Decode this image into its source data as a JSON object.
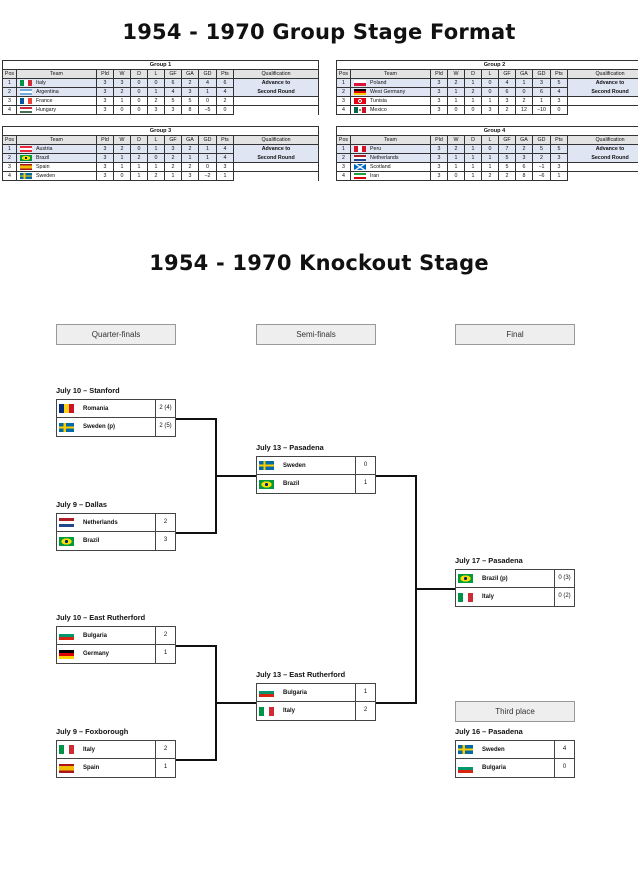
{
  "titles": {
    "group_stage": "1954 - 1970 Group Stage Format",
    "knockout_stage": "1954 - 1970 Knockout Stage"
  },
  "table_headers": [
    "Pos",
    "Team",
    "Pld",
    "W",
    "D",
    "L",
    "GF",
    "GA",
    "GD",
    "Pts",
    "Qualification"
  ],
  "qualification_text": [
    "Advance to",
    "Second Round"
  ],
  "groups": [
    {
      "name": "Group 1",
      "rows": [
        {
          "pos": "1",
          "team": "Italy",
          "flag": "italy-flag",
          "pld": "3",
          "w": "3",
          "d": "0",
          "l": "0",
          "gf": "6",
          "ga": "2",
          "gd": "4",
          "pts": "6"
        },
        {
          "pos": "2",
          "team": "Argentina",
          "flag": "argentina-flag",
          "pld": "3",
          "w": "2",
          "d": "0",
          "l": "1",
          "gf": "4",
          "ga": "3",
          "gd": "1",
          "pts": "4"
        },
        {
          "pos": "3",
          "team": "France",
          "flag": "france-flag",
          "pld": "3",
          "w": "1",
          "d": "0",
          "l": "2",
          "gf": "5",
          "ga": "5",
          "gd": "0",
          "pts": "2"
        },
        {
          "pos": "4",
          "team": "Hungary",
          "flag": "hungary-flag",
          "pld": "3",
          "w": "0",
          "d": "0",
          "l": "3",
          "gf": "3",
          "ga": "8",
          "gd": "−5",
          "pts": "0"
        }
      ]
    },
    {
      "name": "Group 2",
      "rows": [
        {
          "pos": "1",
          "team": "Poland",
          "flag": "poland-flag",
          "pld": "3",
          "w": "2",
          "d": "1",
          "l": "0",
          "gf": "4",
          "ga": "1",
          "gd": "3",
          "pts": "5"
        },
        {
          "pos": "2",
          "team": "West Germany",
          "flag": "germany-flag",
          "pld": "3",
          "w": "1",
          "d": "2",
          "l": "0",
          "gf": "6",
          "ga": "0",
          "gd": "6",
          "pts": "4"
        },
        {
          "pos": "3",
          "team": "Tunisia",
          "flag": "tunisia-flag",
          "pld": "3",
          "w": "1",
          "d": "1",
          "l": "1",
          "gf": "3",
          "ga": "2",
          "gd": "1",
          "pts": "3"
        },
        {
          "pos": "4",
          "team": "Mexico",
          "flag": "mexico-flag",
          "pld": "3",
          "w": "0",
          "d": "0",
          "l": "3",
          "gf": "2",
          "ga": "12",
          "gd": "−10",
          "pts": "0"
        }
      ]
    },
    {
      "name": "Group 3",
      "rows": [
        {
          "pos": "1",
          "team": "Austria",
          "flag": "austria-flag",
          "pld": "3",
          "w": "2",
          "d": "0",
          "l": "1",
          "gf": "3",
          "ga": "2",
          "gd": "1",
          "pts": "4"
        },
        {
          "pos": "2",
          "team": "Brazil",
          "flag": "brazil-flag",
          "pld": "3",
          "w": "1",
          "d": "2",
          "l": "0",
          "gf": "2",
          "ga": "1",
          "gd": "1",
          "pts": "4"
        },
        {
          "pos": "3",
          "team": "Spain",
          "flag": "spain-flag",
          "pld": "3",
          "w": "1",
          "d": "1",
          "l": "1",
          "gf": "2",
          "ga": "2",
          "gd": "0",
          "pts": "3"
        },
        {
          "pos": "4",
          "team": "Sweden",
          "flag": "sweden-flag",
          "pld": "3",
          "w": "0",
          "d": "1",
          "l": "2",
          "gf": "1",
          "ga": "3",
          "gd": "−2",
          "pts": "1"
        }
      ]
    },
    {
      "name": "Group 4",
      "rows": [
        {
          "pos": "1",
          "team": "Peru",
          "flag": "peru-flag",
          "pld": "3",
          "w": "2",
          "d": "1",
          "l": "0",
          "gf": "7",
          "ga": "2",
          "gd": "5",
          "pts": "5"
        },
        {
          "pos": "2",
          "team": "Netherlands",
          "flag": "netherlands-flag",
          "pld": "3",
          "w": "1",
          "d": "1",
          "l": "1",
          "gf": "5",
          "ga": "3",
          "gd": "2",
          "pts": "3"
        },
        {
          "pos": "3",
          "team": "Scotland",
          "flag": "scotland-flag",
          "pld": "3",
          "w": "1",
          "d": "1",
          "l": "1",
          "gf": "5",
          "ga": "6",
          "gd": "−1",
          "pts": "3"
        },
        {
          "pos": "4",
          "team": "Iran",
          "flag": "iran-flag",
          "pld": "3",
          "w": "0",
          "d": "1",
          "l": "2",
          "gf": "2",
          "ga": "8",
          "gd": "−6",
          "pts": "1"
        }
      ]
    }
  ],
  "rounds": {
    "quarterfinals": "Quarter-finals",
    "semifinals": "Semi-finals",
    "final": "Final",
    "third_place": "Third place"
  },
  "matches": {
    "qf1": {
      "label": "July 10 – Stanford",
      "teams": [
        {
          "name": "Romania",
          "score": "2 (4)",
          "flag": "romania-flag"
        },
        {
          "name": "Sweden (p)",
          "score": "2 (5)",
          "flag": "sweden-flag"
        }
      ]
    },
    "qf2": {
      "label": "July 9 – Dallas",
      "teams": [
        {
          "name": "Netherlands",
          "score": "2",
          "flag": "netherlands-flag"
        },
        {
          "name": "Brazil",
          "score": "3",
          "flag": "brazil-flag"
        }
      ]
    },
    "qf3": {
      "label": "July 10 – East Rutherford",
      "teams": [
        {
          "name": "Bulgaria",
          "score": "2",
          "flag": "bulgaria-flag"
        },
        {
          "name": "Germany",
          "score": "1",
          "flag": "germany-flag"
        }
      ]
    },
    "qf4": {
      "label": "July 9 – Foxborough",
      "teams": [
        {
          "name": "Italy",
          "score": "2",
          "flag": "italy-flag"
        },
        {
          "name": "Spain",
          "score": "1",
          "flag": "spain-flag"
        }
      ]
    },
    "sf1": {
      "label": "July 13 – Pasadena",
      "teams": [
        {
          "name": "Sweden",
          "score": "0",
          "flag": "sweden-flag"
        },
        {
          "name": "Brazil",
          "score": "1",
          "flag": "brazil-flag"
        }
      ]
    },
    "sf2": {
      "label": "July 13 – East Rutherford",
      "teams": [
        {
          "name": "Bulgaria",
          "score": "1",
          "flag": "bulgaria-flag"
        },
        {
          "name": "Italy",
          "score": "2",
          "flag": "italy-flag"
        }
      ]
    },
    "final": {
      "label": "July 17 – Pasadena",
      "teams": [
        {
          "name": "Brazil (p)",
          "score": "0 (3)",
          "flag": "brazil-flag"
        },
        {
          "name": "Italy",
          "score": "0 (2)",
          "flag": "italy-flag"
        }
      ]
    },
    "third": {
      "label": "July 16 – Pasadena",
      "teams": [
        {
          "name": "Sweden",
          "score": "4",
          "flag": "sweden-flag"
        },
        {
          "name": "Bulgaria",
          "score": "0",
          "flag": "bulgaria-flag"
        }
      ]
    }
  },
  "colors": {
    "qualified_row": "#dfe5f3",
    "header_row": "#e3e3e3",
    "round_header": "#eeeeee"
  }
}
